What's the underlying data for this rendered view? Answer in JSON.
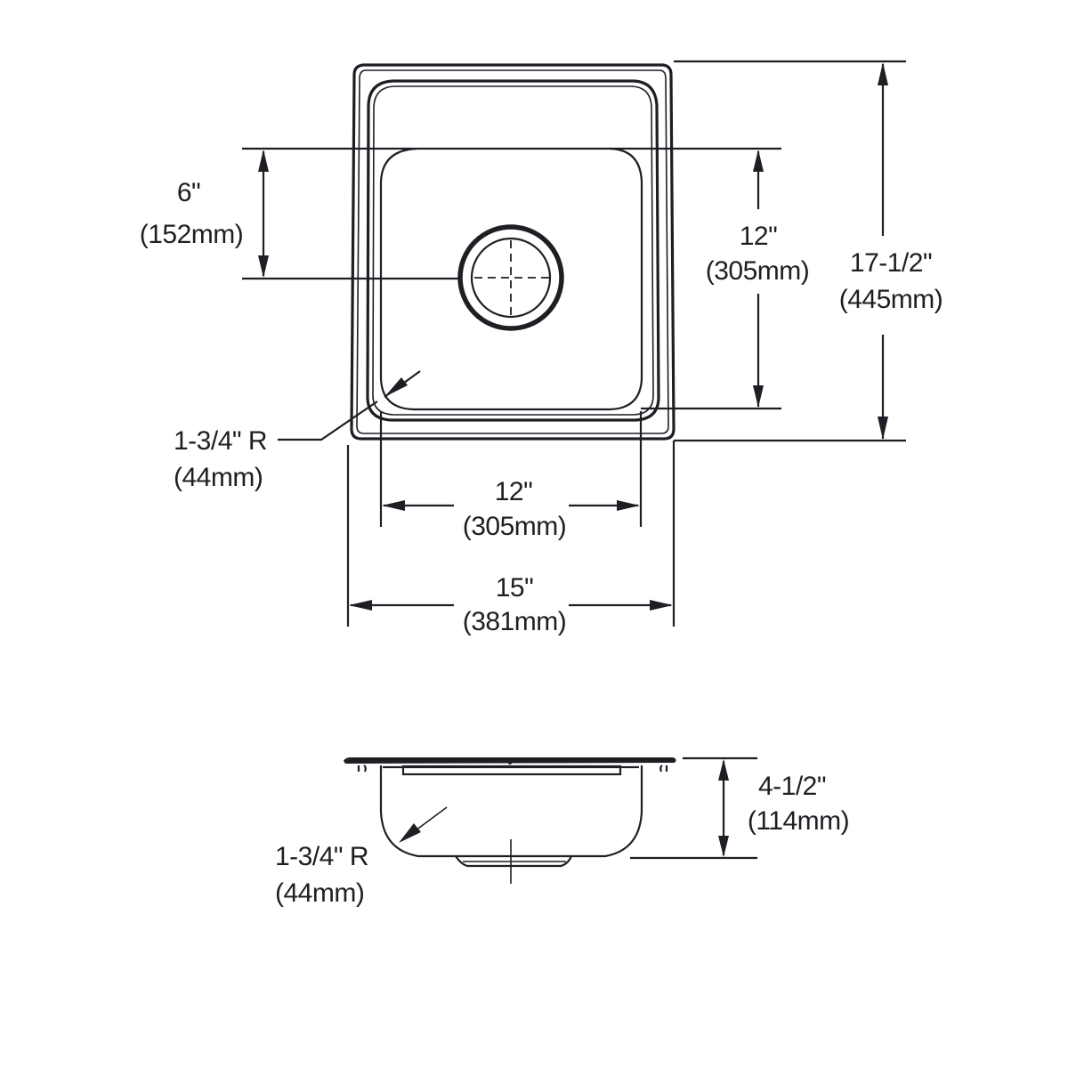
{
  "drawing": {
    "title": "Single bowl sink dimension drawing",
    "line_color": "#1e1e24",
    "background": "#ffffff"
  },
  "top_view": {
    "drain_offset": {
      "imperial": "6\"",
      "metric": "(152mm)"
    },
    "bowl_length": {
      "imperial": "12\"",
      "metric": "(305mm)"
    },
    "overall_length": {
      "imperial": "17-1/2\"",
      "metric": "(445mm)"
    },
    "corner_radius": {
      "imperial": "1-3/4\" R",
      "metric": "(44mm)"
    },
    "bowl_width": {
      "imperial": "12\"",
      "metric": "(305mm)"
    },
    "overall_width": {
      "imperial": "15\"",
      "metric": "(381mm)"
    }
  },
  "side_view": {
    "depth": {
      "imperial": "4-1/2\"",
      "metric": "(114mm)"
    },
    "corner_radius": {
      "imperial": "1-3/4\" R",
      "metric": "(44mm)"
    }
  }
}
